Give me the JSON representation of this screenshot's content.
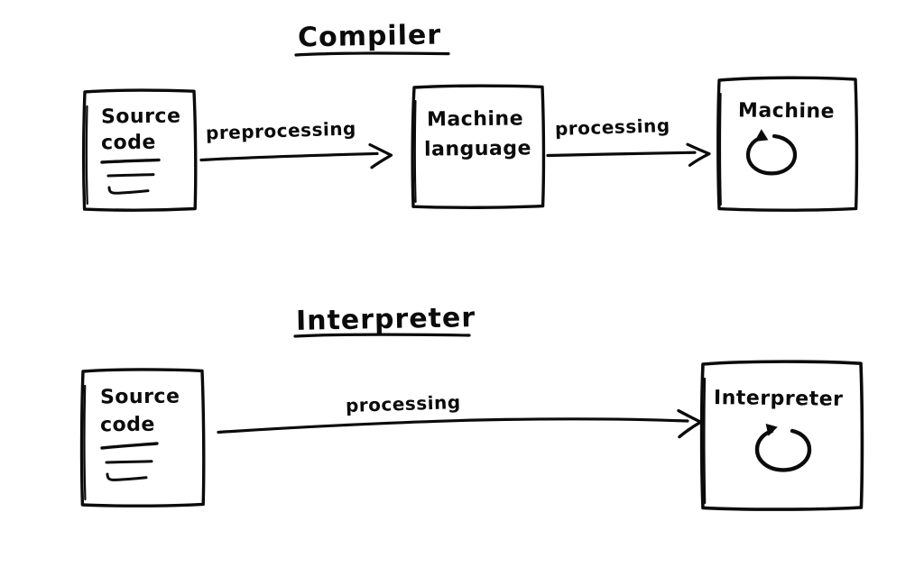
{
  "page": {
    "background_color": "#ffffff",
    "ink_color": "#0b0b0b",
    "style": "hand-drawn whiteboard sketch"
  },
  "diagrams": [
    {
      "id": "compiler",
      "title": "Compiler",
      "title_underlined": true,
      "nodes": [
        {
          "id": "source-code-top",
          "label_line1": "Source",
          "label_line2": "code",
          "shape": "document-box",
          "has_code_lines": true,
          "code_line_count": 3
        },
        {
          "id": "machine-language",
          "label_line1": "Machine",
          "label_line2": "language",
          "shape": "box"
        },
        {
          "id": "machine-top",
          "label_line1": "Machine",
          "shape": "box",
          "has_loop_icon": true
        }
      ],
      "edges": [
        {
          "id": "edge-preprocessing",
          "label": "preprocessing",
          "from": "source-code-top",
          "to": "machine-language",
          "arrow": true
        },
        {
          "id": "edge-processing-top",
          "label": "processing",
          "from": "machine-language",
          "to": "machine-top",
          "arrow": true
        }
      ]
    },
    {
      "id": "interpreter",
      "title": "Interpreter",
      "title_underlined": true,
      "nodes": [
        {
          "id": "source-code-bottom",
          "label_line1": "Source",
          "label_line2": "code",
          "shape": "document-box",
          "has_code_lines": true,
          "code_line_count": 3
        },
        {
          "id": "interpreter-box",
          "label_line1": "Interpreter",
          "shape": "box",
          "has_loop_icon": true
        }
      ],
      "edges": [
        {
          "id": "edge-processing-bottom",
          "label": "processing",
          "from": "source-code-bottom",
          "to": "interpreter-box",
          "arrow": true
        }
      ]
    }
  ],
  "icons": {
    "loop_machine": "circular-loop-arrow-icon",
    "loop_interpreter": "circular-loop-arrow-icon"
  },
  "text": {
    "title_compiler": "Compiler",
    "title_interpreter": "Interpreter",
    "source_line1": "Source",
    "source_line2": "code",
    "machine_language_line1": "Machine",
    "machine_language_line2": "language",
    "machine": "Machine",
    "interpreter": "Interpreter",
    "preprocessing": "preprocessing",
    "processing_top": "processing",
    "processing_bottom": "processing"
  }
}
